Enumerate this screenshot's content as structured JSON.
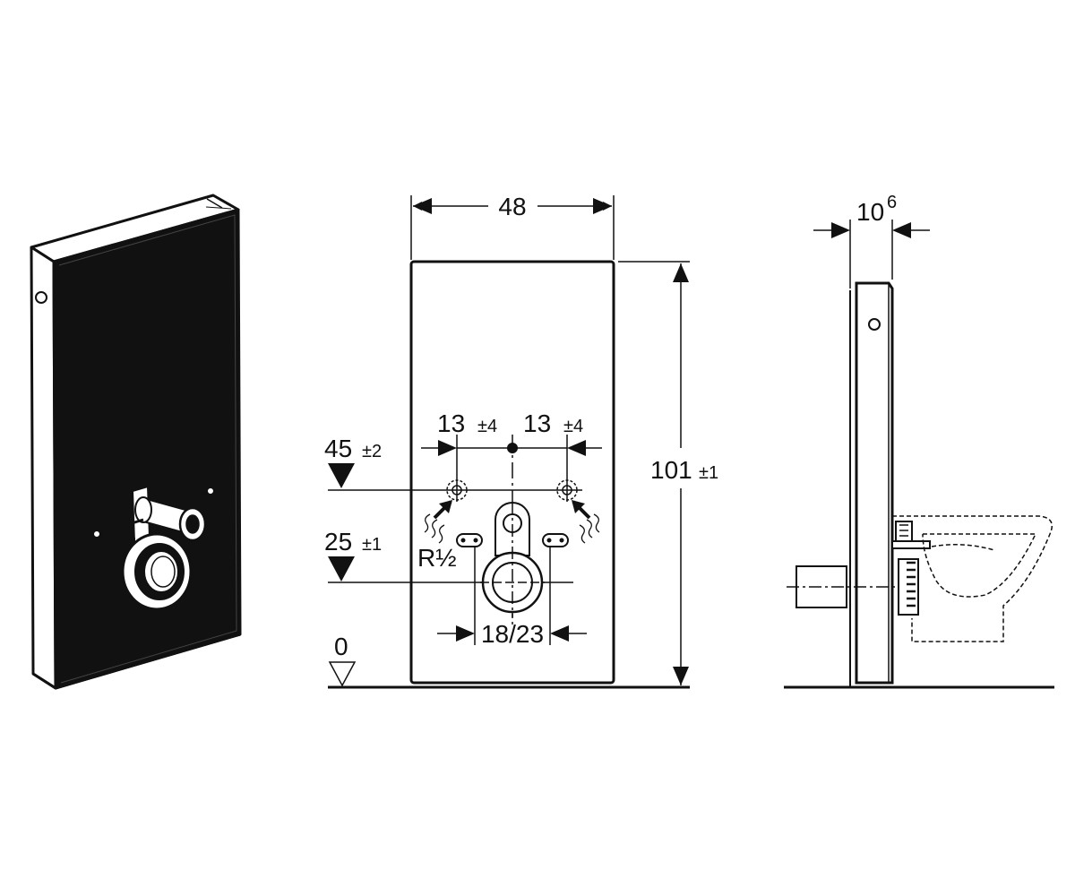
{
  "labels": {
    "width": "48",
    "height_main": "101",
    "height_tol": "±1",
    "depth_main": "10",
    "depth_sup": "6",
    "offset_left_main": "13",
    "offset_left_tol": "±4",
    "offset_right_main": "13",
    "offset_right_tol": "±4",
    "level_45_main": "45",
    "level_45_tol": "±2",
    "level_25_main": "25",
    "level_25_tol": "±1",
    "thread": "R½",
    "spacing": "18/23",
    "floor": "0"
  },
  "colors": {
    "line": "#111111",
    "panel_fill": "#ffffff"
  }
}
